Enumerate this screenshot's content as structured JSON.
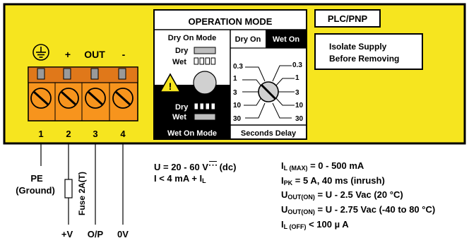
{
  "colors": {
    "panel_yellow": "#f6e51f",
    "terminal_orange": "#f7941d",
    "terminal_dark_orange": "#e0781a",
    "black": "#000000",
    "white": "#ffffff",
    "grey_bar": "#bdbdbd"
  },
  "header": {
    "plc_pnp": "PLC/PNP",
    "warning_line1": "Isolate Supply",
    "warning_line2": "Before Removing"
  },
  "operation_mode": {
    "title": "OPERATION MODE",
    "dry_on_mode": "Dry On Mode",
    "wet_on_mode": "Wet On Mode",
    "dry": "Dry",
    "wet": "Wet",
    "col_dry_on": "Dry On",
    "col_wet_on": "Wet On",
    "seconds_delay": "Seconds Delay",
    "delay_values": [
      "0.3",
      "1",
      "3",
      "10",
      "30"
    ]
  },
  "terminals": {
    "ground_icon": "ground-icon",
    "top_labels": {
      "plus": "+",
      "out": "OUT",
      "minus": "-"
    },
    "numbers": [
      "1",
      "2",
      "3",
      "4"
    ]
  },
  "wiring": {
    "pe": "PE",
    "ground": "(Ground)",
    "fuse": "Fuse 2A(T)",
    "plus_v": "+V",
    "op": "O/P",
    "zero_v": "0V"
  },
  "specs": {
    "supply": "U = 20 - 60 V",
    "supply_suffix": " (dc)",
    "current": "I < 4 mA + I",
    "current_sub": "L",
    "ilmax_sym": "I",
    "ilmax_sub": "L (MAX)",
    "ilmax_val": " = 0 - 500 mA",
    "ipk_sym": "I",
    "ipk_sub": "PK",
    "ipk_val": " = 5 A, 40 ms (inrush)",
    "uout1_sym": "U",
    "uout1_sub": "OUT(ON)",
    "uout1_val": " = U - 2.5 Vac (20 °C)",
    "uout2_sym": "U",
    "uout2_sub": "OUT(ON)",
    "uout2_val": " = U - 2.75 Vac (-40 to 80 °C)",
    "iloff_sym": "I",
    "iloff_sub": "L (OFF)",
    "iloff_val": " < 100 µ A"
  }
}
